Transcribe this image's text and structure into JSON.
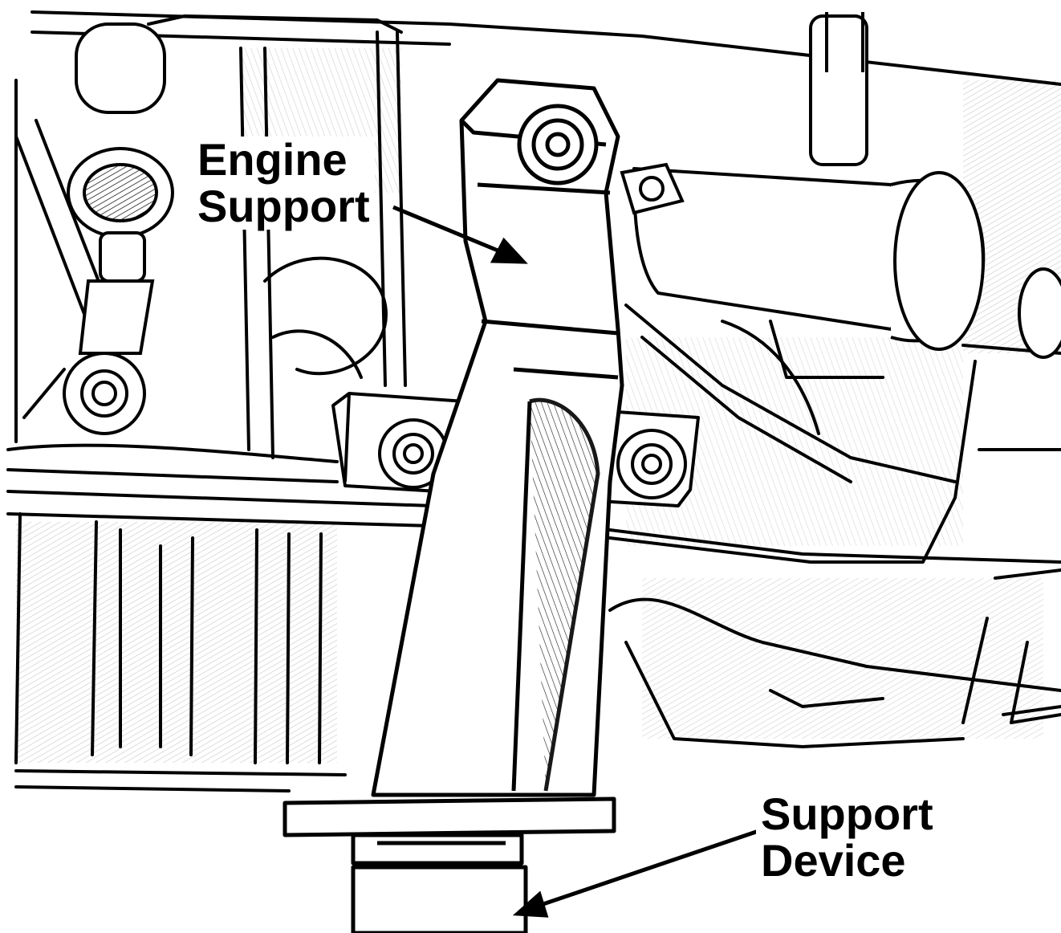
{
  "diagram": {
    "callouts": [
      {
        "id": "engine-support",
        "lines": [
          "Engine",
          "Support"
        ]
      },
      {
        "id": "support-device",
        "lines": [
          "Support",
          "Device"
        ]
      }
    ]
  },
  "colors": {
    "ink": "#000000",
    "paper": "#ffffff"
  }
}
